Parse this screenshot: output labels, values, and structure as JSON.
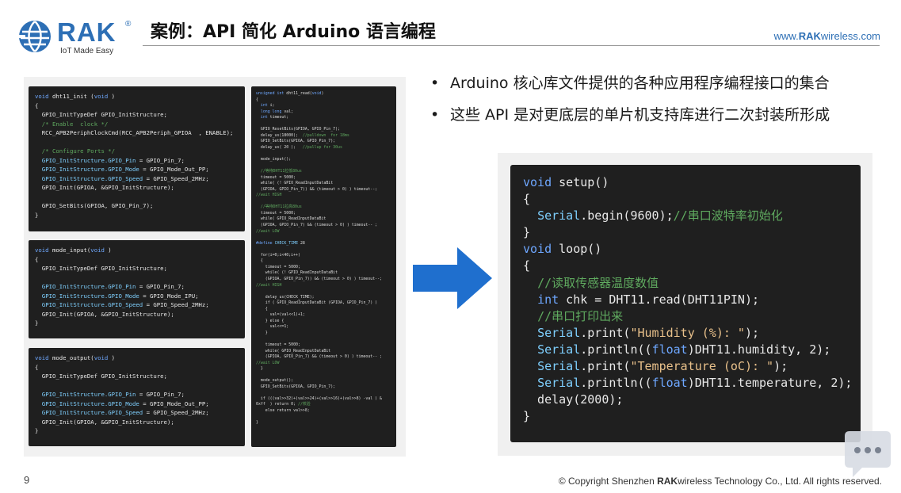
{
  "brand": {
    "logo_text": "RAK",
    "logo_reg": "®",
    "tagline": "IoT Made Easy",
    "color": "#2d6fb5"
  },
  "header": {
    "title": "案例：API 简化 Arduino 语言编程",
    "url_prefix": "www.",
    "url_bold": "RAK",
    "url_suffix": "wireless.com"
  },
  "bullets": [
    {
      "text": "Arduino 核心库文件提供的各种应用程序编程接口的集合"
    },
    {
      "text": "这些 API 是对更底层的单片机支持库进行二次封装所形成"
    }
  ],
  "bullet_symbol": "•",
  "footer": {
    "page_number": "9",
    "copyright_prefix": "© Copyright Shenzhen ",
    "copyright_bold": "RAK",
    "copyright_suffix": "wireless Technology Co., Ltd. All rights reserved."
  },
  "icons": {
    "arrow": "right-arrow-icon",
    "chat": "chat-bubble-icon",
    "logo": "rak-globe-icon"
  },
  "colors": {
    "arrow": "#1f6fce",
    "code_bg": "#1f1f1f"
  }
}
